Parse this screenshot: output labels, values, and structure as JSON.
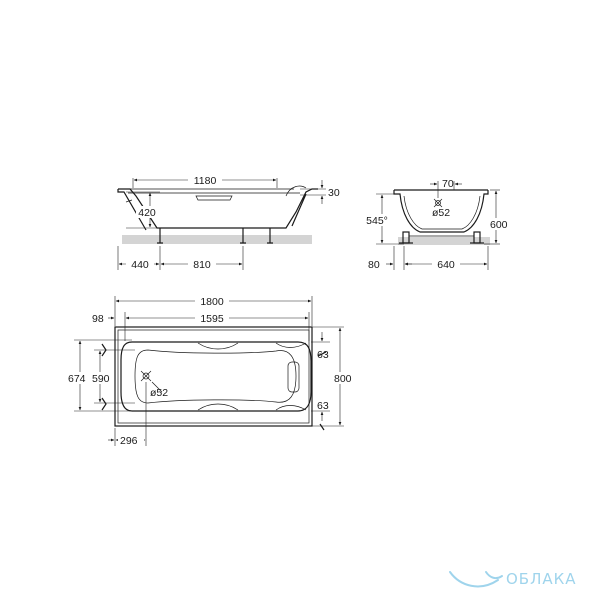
{
  "side_view": {
    "length_1180": "1180",
    "height_420": "420",
    "rim_30": "30",
    "leg_offset_440": "440",
    "leg_span_810": "810"
  },
  "end_view": {
    "drain_offset_70": "70",
    "drain_diameter": "ø52",
    "angle_545": "545°",
    "height_600": "600",
    "offset_80": "80",
    "width_640": "640"
  },
  "top_view": {
    "length_1800": "1800",
    "inner_1595": "1595",
    "offset_98": "98",
    "width_674": "674",
    "width_590": "590",
    "rim_63_top": "63",
    "rim_63_bottom": "63",
    "width_800": "800",
    "drain_diameter": "ø52",
    "drain_296": "296"
  },
  "watermark": {
    "text": "ОБЛАКА"
  }
}
